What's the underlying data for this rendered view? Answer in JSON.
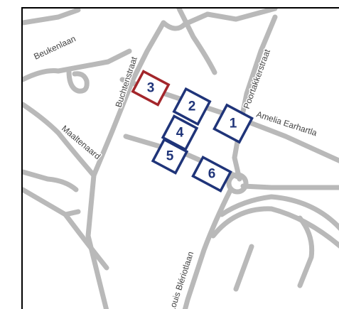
{
  "streets": {
    "beukenlaan": "Beukenlaan",
    "buchtenstraat": "Buchtenstraat",
    "poortakkerstraat": "Poortakkerstraat",
    "amelia": "Amelia Earhartla",
    "maaltenaard": "Maaltenaard",
    "louis": "Louis Blériotlaan"
  },
  "lots": [
    {
      "label": "1",
      "selected": false
    },
    {
      "label": "2",
      "selected": false
    },
    {
      "label": "3",
      "selected": true
    },
    {
      "label": "4",
      "selected": false
    },
    {
      "label": "5",
      "selected": false
    },
    {
      "label": "6",
      "selected": false
    }
  ],
  "colors": {
    "road": "#b9b9b9",
    "lot_outline": "#1f3479",
    "selected_outline": "#a3262b"
  }
}
